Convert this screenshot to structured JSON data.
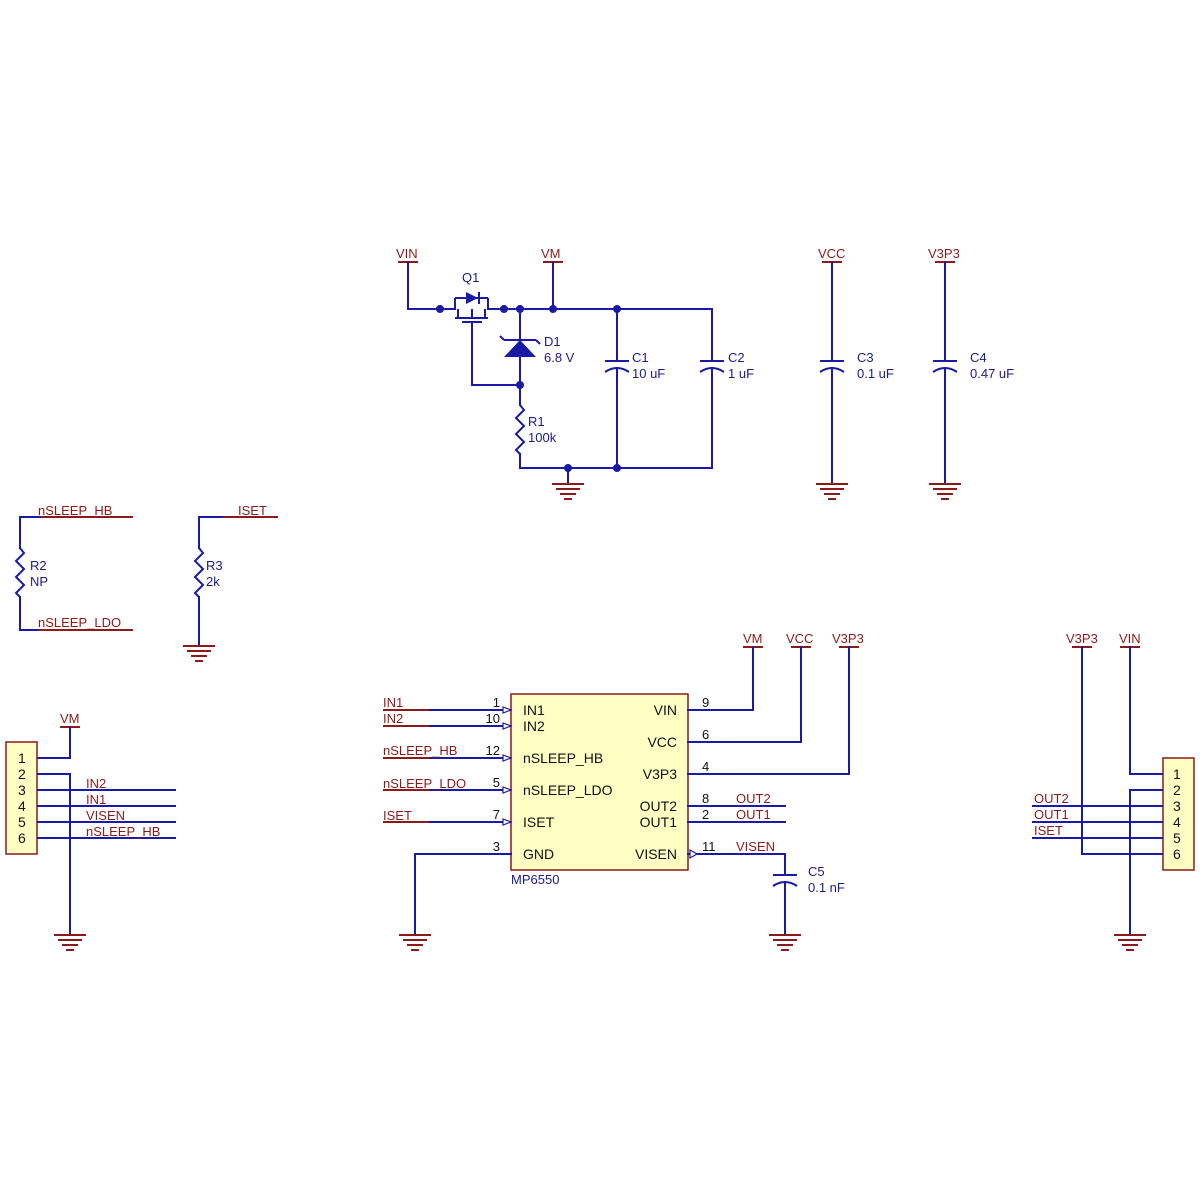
{
  "power": {
    "vin": "VIN",
    "vm": "VM",
    "vcc": "VCC",
    "v3p3": "V3P3"
  },
  "parts": {
    "q1": "Q1",
    "d1": "D1",
    "d1_value": "6.8 V",
    "c1": "C1",
    "c1_value": "10 uF",
    "c2": "C2",
    "c2_value": "1 uF",
    "c3": "C3",
    "c3_value": "0.1 uF",
    "c4": "C4",
    "c4_value": "0.47 uF",
    "r1": "R1",
    "r1_value": "100k",
    "r2": "R2",
    "r2_value": "NP",
    "r3": "R3",
    "r3_value": "2k",
    "c5": "C5",
    "c5_value": "0.1 nF",
    "ic_name": "MP6550"
  },
  "nets": {
    "nsleep_hb": "nSLEEP_HB",
    "nsleep_ldo": "nSLEEP_LDO",
    "iset": "ISET",
    "in1": "IN1",
    "in2": "IN2",
    "visen": "VISEN",
    "out1": "OUT1",
    "out2": "OUT2"
  },
  "ic": {
    "left_pins": [
      {
        "num": "1",
        "name": "IN1"
      },
      {
        "num": "10",
        "name": "IN2"
      },
      {
        "num": "12",
        "name": "nSLEEP_HB"
      },
      {
        "num": "5",
        "name": "nSLEEP_LDO"
      },
      {
        "num": "7",
        "name": "ISET"
      },
      {
        "num": "3",
        "name": "GND"
      }
    ],
    "right_pins": [
      {
        "num": "9",
        "name": "VIN"
      },
      {
        "num": "6",
        "name": "VCC"
      },
      {
        "num": "4",
        "name": "V3P3"
      },
      {
        "num": "8",
        "name": "OUT2"
      },
      {
        "num": "2",
        "name": "OUT1"
      },
      {
        "num": "11",
        "name": "VISEN"
      }
    ]
  },
  "header_left": {
    "pins": [
      "1",
      "2",
      "3",
      "4",
      "5",
      "6"
    ],
    "power": "VM",
    "nets": [
      "IN2",
      "IN1",
      "VISEN",
      "nSLEEP_HB"
    ]
  },
  "header_right": {
    "pins": [
      "1",
      "2",
      "3",
      "4",
      "5",
      "6"
    ],
    "power": [
      "V3P3",
      "VIN"
    ],
    "nets": [
      "OUT2",
      "OUT1",
      "ISET"
    ]
  },
  "colors": {
    "wire": "#1a1aa6",
    "power": "#8b1a1a",
    "ic_fill": "#ffffc4"
  }
}
